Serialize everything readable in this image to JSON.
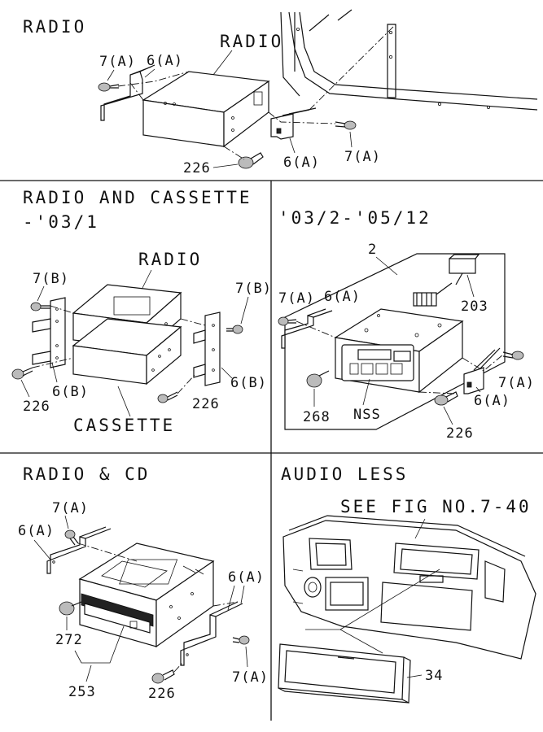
{
  "panels": {
    "radio": {
      "title": "RADIO",
      "labels": {
        "radio": "RADIO",
        "bracket_left": "6(A)",
        "screw_left": "7(A)",
        "bracket_right": "6(A)",
        "screw_right": "7(A)",
        "knob": "226"
      }
    },
    "radio_cassette": {
      "title_line1": "RADIO AND CASSETTE",
      "title_line2": "-'03/1",
      "labels": {
        "radio": "RADIO",
        "cassette": "CASSETTE",
        "screw_left": "7(B)",
        "screw_right": "7(B)",
        "bracket_left": "6(B)",
        "bracket_right": "6(B)",
        "knob_left": "226",
        "knob_right": "226"
      }
    },
    "radio_03_05": {
      "title": "'03/2-'05/12",
      "labels": {
        "assembly": "2",
        "connector": "203",
        "screw_left": "7(A)",
        "bracket_left": "6(A)",
        "screw_right": "7(A)",
        "bracket_right": "6(A)",
        "knob": "268",
        "nss": "NSS",
        "knob_right": "226"
      }
    },
    "radio_cd": {
      "title": "RADIO & CD",
      "labels": {
        "screw_top": "7(A)",
        "bracket_left": "6(A)",
        "bracket_right": "6(A)",
        "knob": "272",
        "unit": "253",
        "knob_bottom": "226",
        "screw_right": "7(A)"
      }
    },
    "audio_less": {
      "title": "AUDIO LESS",
      "see_fig": "SEE FIG NO.7-40",
      "labels": {
        "pocket": "34"
      }
    }
  }
}
